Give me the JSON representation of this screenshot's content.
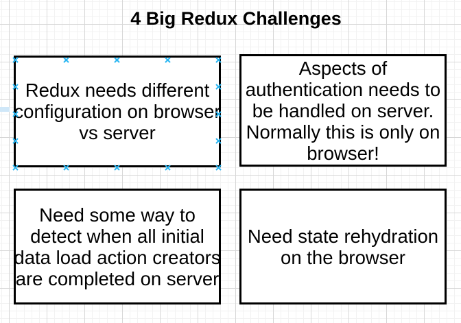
{
  "title": "4 Big Redux Challenges",
  "boxes": [
    {
      "name": "redux-config-browser-vs-server",
      "text": "Redux needs different\nconfiguration on browser\nvs server",
      "selected": true
    },
    {
      "name": "auth-on-server",
      "text": "Aspects of\nauthentication needs to\nbe handled on server.\nNormally this is only on\nbrowser!",
      "selected": false
    },
    {
      "name": "detect-data-load-complete",
      "text": "Need some way to\ndetect when all initial\ndata load action creators\nare completed on server",
      "selected": false
    },
    {
      "name": "state-rehydration",
      "text": "Need state rehydration\non the browser",
      "selected": false
    }
  ],
  "colors": {
    "connection_point": "#29b6f2",
    "box_border": "#000000",
    "grid_minor": "#f2f2f2",
    "grid_major": "#d7d7d7",
    "guide_fragment": "#cfe7f8",
    "text": "#000000"
  }
}
